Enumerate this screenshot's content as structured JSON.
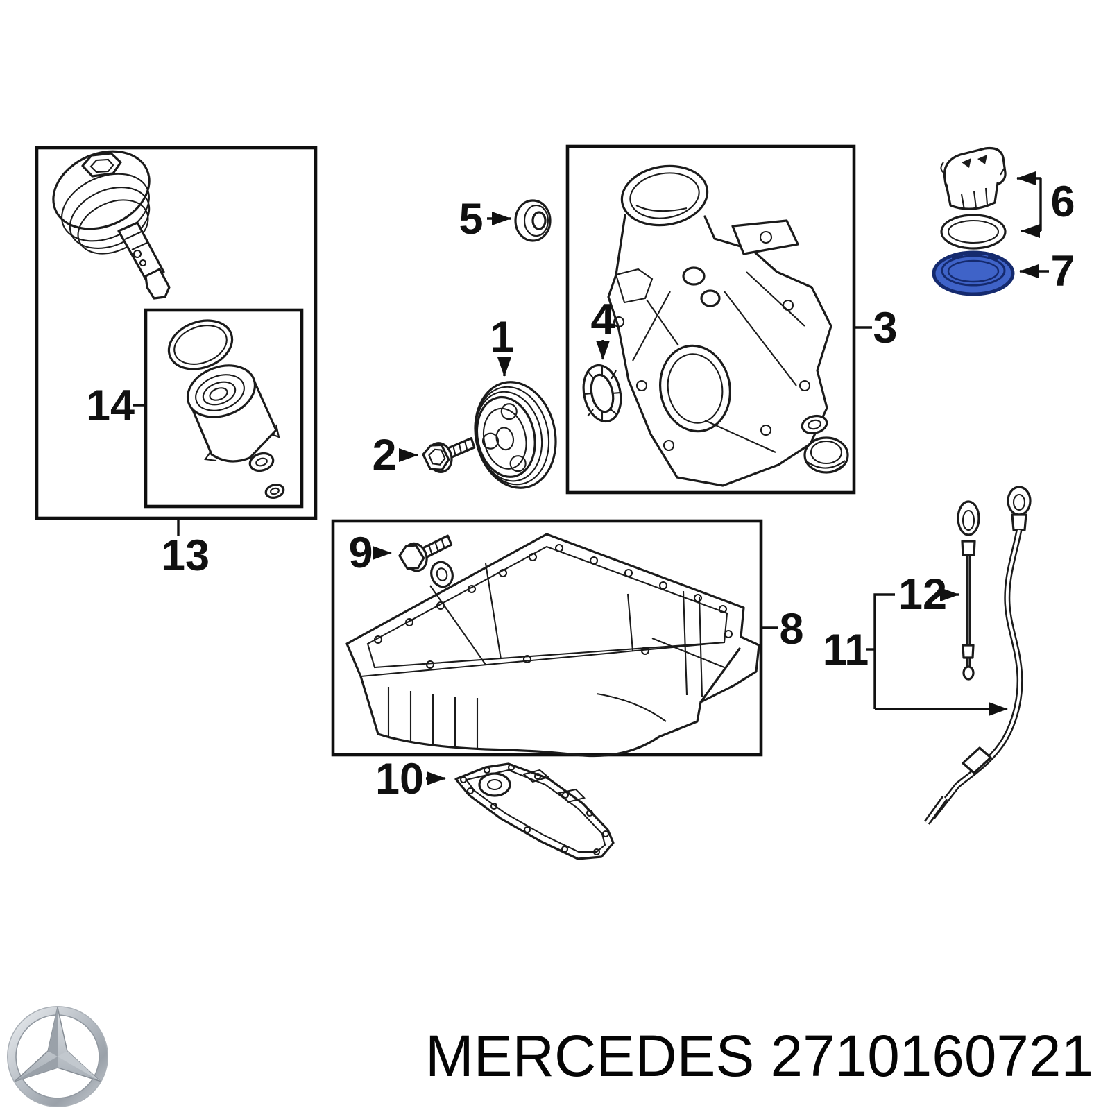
{
  "footer": {
    "text": "MERCEDES 2710160721",
    "logo_icon": "mercedes-three-pointed-star-logo"
  },
  "diagram": {
    "type": "exploded-parts-diagram",
    "line_color": "#1b1b1b",
    "highlight_color": "#3f63c8",
    "highlight_outline": "#152a6e",
    "callouts": [
      {
        "num": "1",
        "name": "crankshaft-pulley"
      },
      {
        "num": "2",
        "name": "pulley-bolt"
      },
      {
        "num": "3",
        "name": "timing-cover"
      },
      {
        "num": "4",
        "name": "crankshaft-front-seal"
      },
      {
        "num": "5",
        "name": "sealing-grommet"
      },
      {
        "num": "6",
        "name": "oil-filler-cap-with-ring"
      },
      {
        "num": "7",
        "name": "oil-filler-cap-seal-highlighted"
      },
      {
        "num": "8",
        "name": "oil-pan"
      },
      {
        "num": "9",
        "name": "oil-drain-plug-with-washer"
      },
      {
        "num": "10",
        "name": "lower-oil-pan-plate"
      },
      {
        "num": "11",
        "name": "oil-dipstick-tube"
      },
      {
        "num": "12",
        "name": "oil-dipstick"
      },
      {
        "num": "13",
        "name": "oil-filter-housing-cap-kit"
      },
      {
        "num": "14",
        "name": "oil-filter-element-kit"
      }
    ]
  }
}
